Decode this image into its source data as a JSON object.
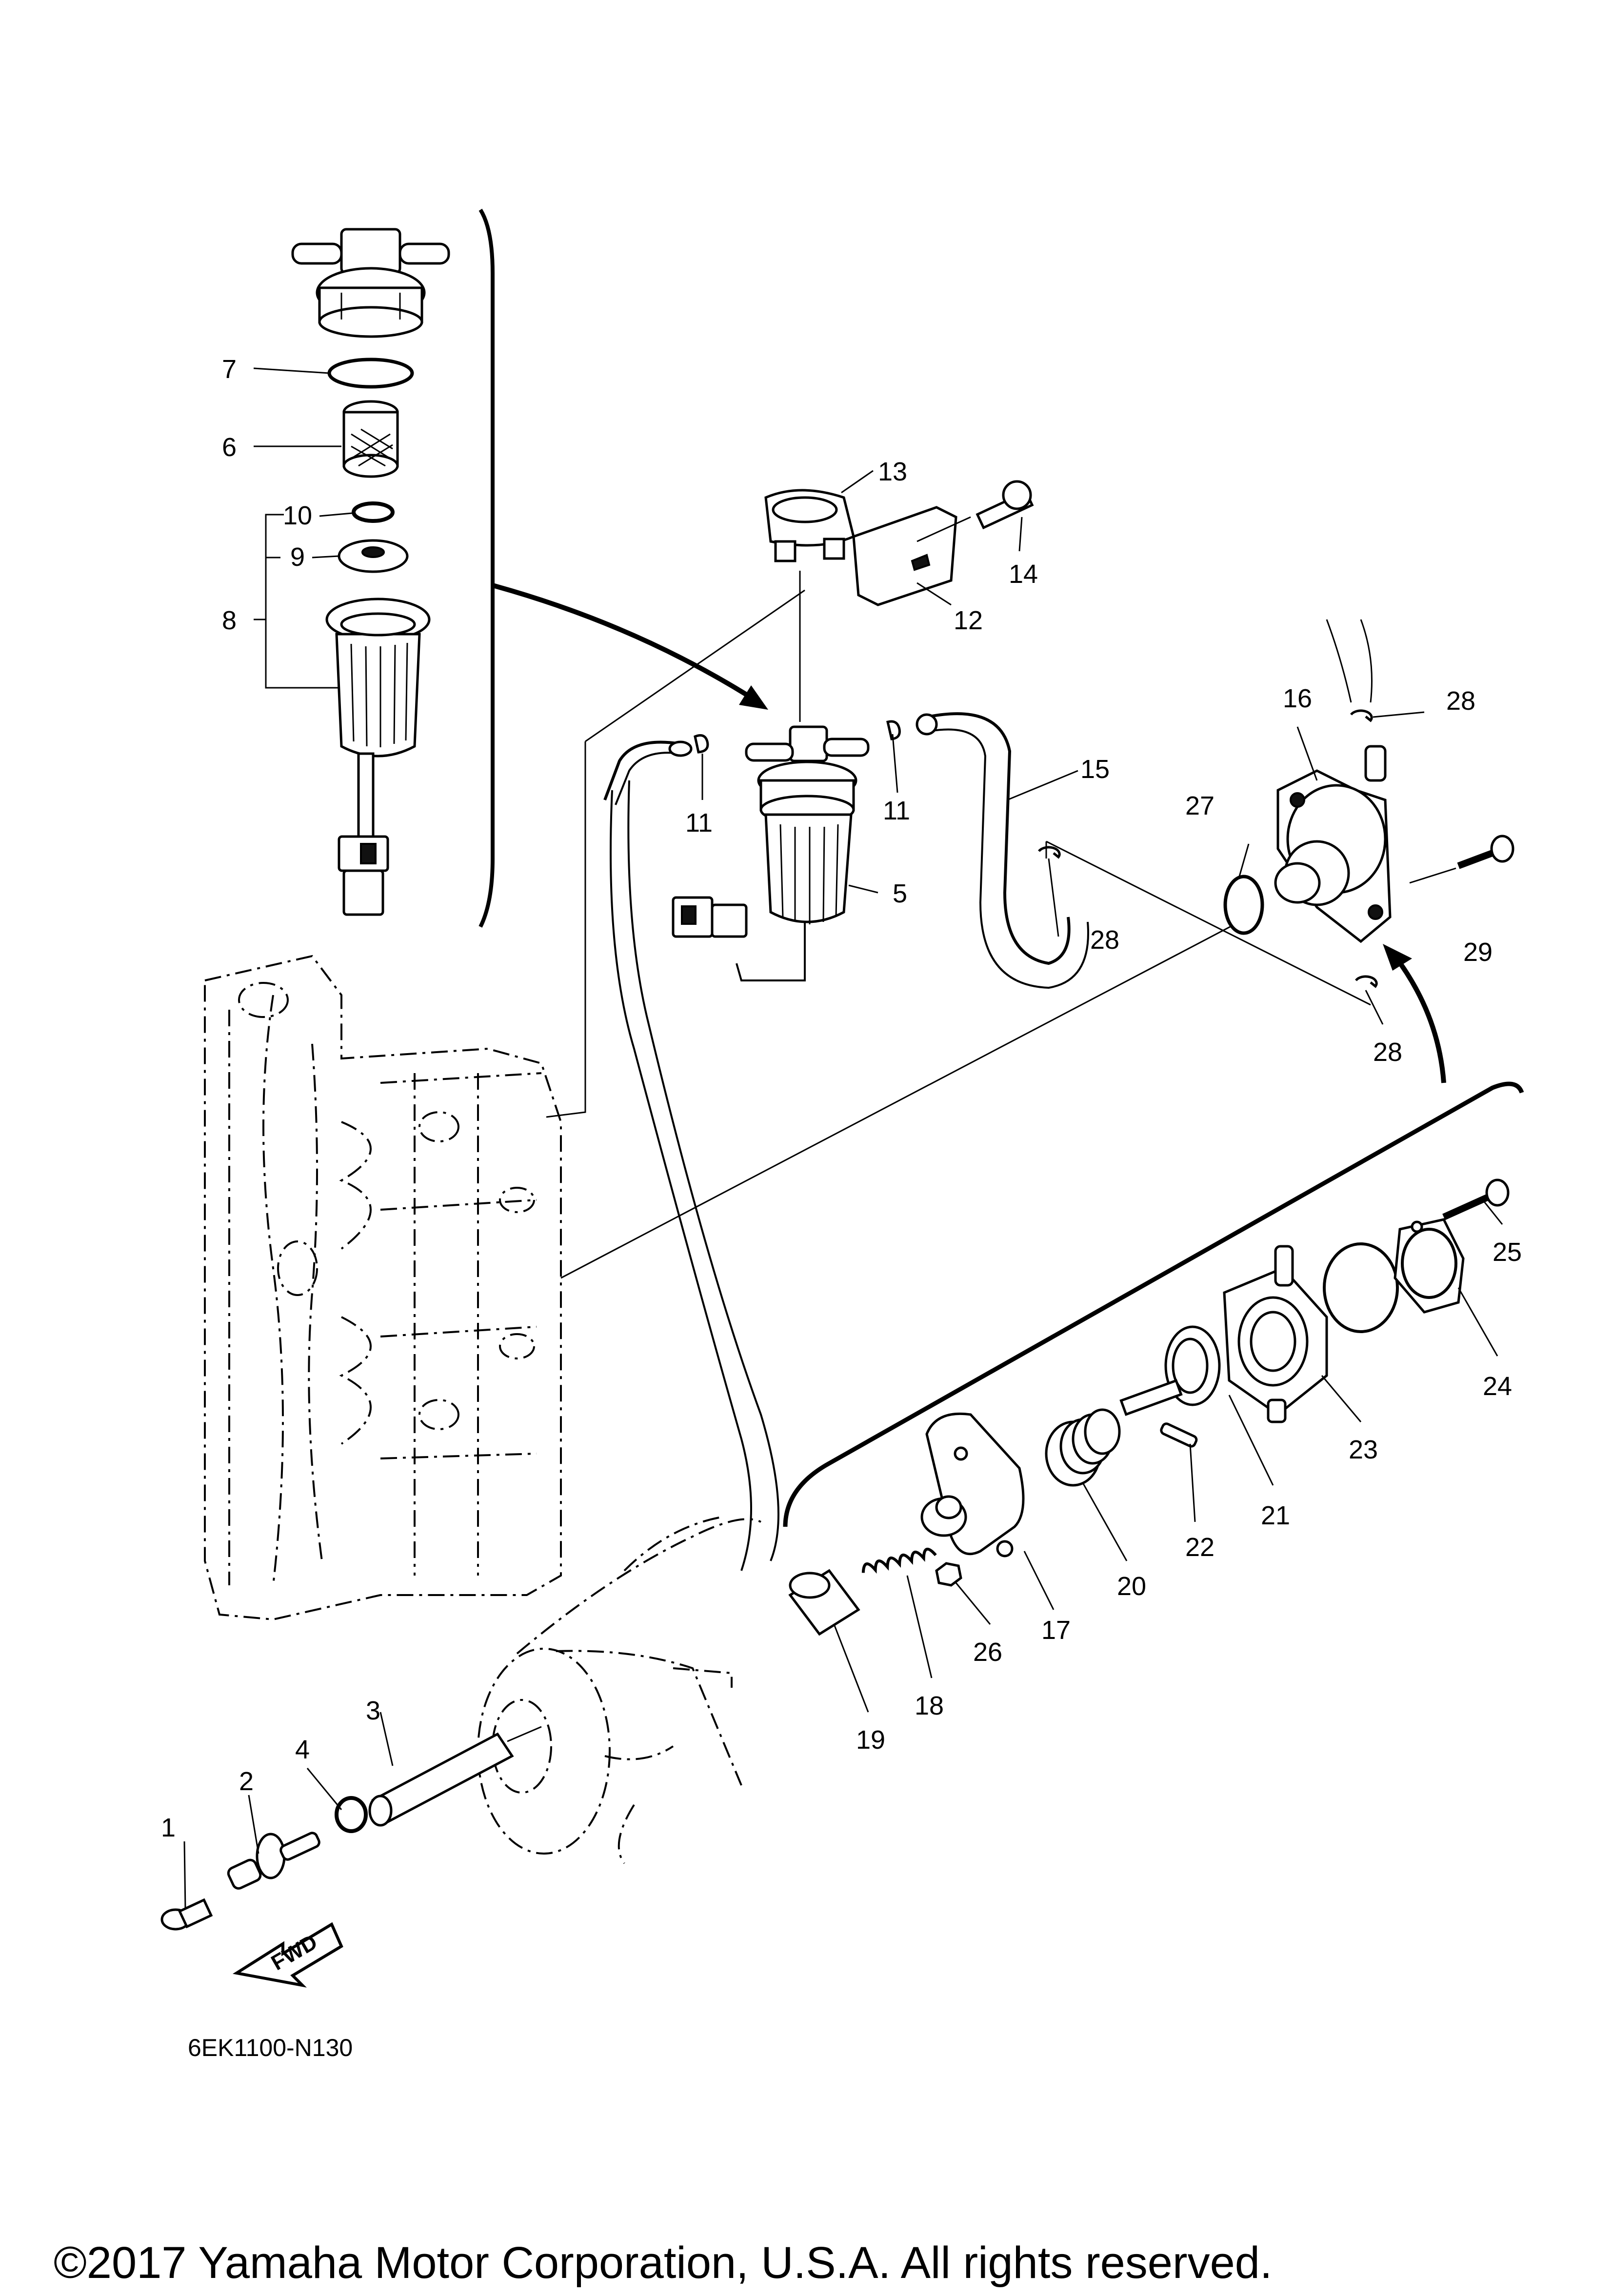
{
  "diagram": {
    "code": "6EK1100-N130",
    "copyright": "©2017 Yamaha Motor Corporation, U.S.A. All rights reserved.",
    "fwd_label": "FWD"
  },
  "callouts": {
    "c1": "1",
    "c2": "2",
    "c3": "3",
    "c4": "4",
    "c5": "5",
    "c6": "6",
    "c7": "7",
    "c8": "8",
    "c9": "9",
    "c10": "10",
    "c11a": "11",
    "c11b": "11",
    "c12": "12",
    "c13": "13",
    "c14": "14",
    "c15": "15",
    "c16": "16",
    "c17": "17",
    "c18": "18",
    "c19": "19",
    "c20": "20",
    "c21": "21",
    "c22": "22",
    "c23": "23",
    "c24": "24",
    "c25": "25",
    "c26": "26",
    "c27": "27",
    "c28a": "28",
    "c28b": "28",
    "c28c": "28",
    "c29": "29"
  }
}
